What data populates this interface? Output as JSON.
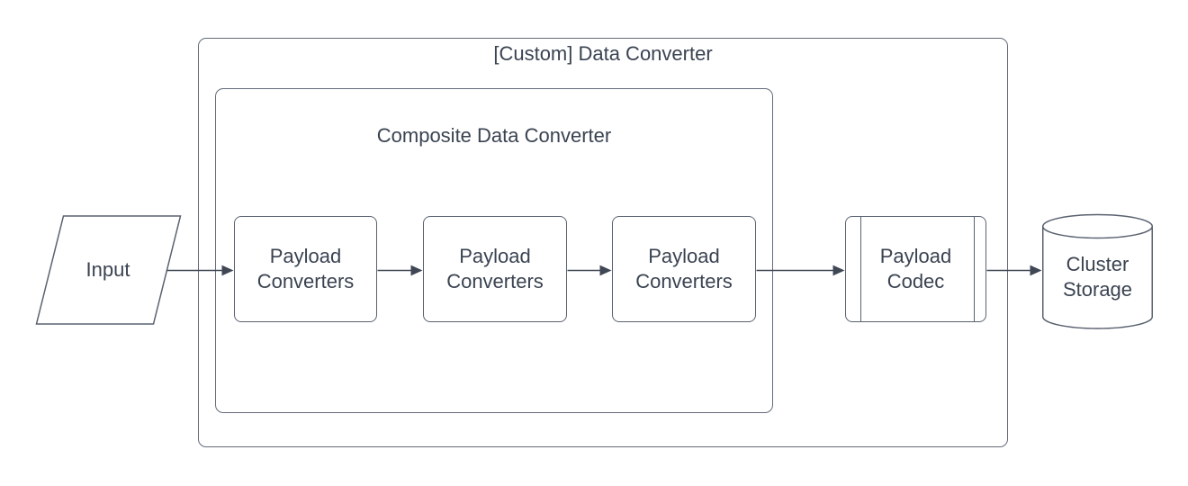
{
  "diagram": {
    "outer_group_label": "[Custom] Data Converter",
    "inner_group_label": "Composite Data Converter",
    "input_label": "Input",
    "converter_labels": [
      "Payload Converters",
      "Payload Converters",
      "Payload Converters"
    ],
    "codec_label": "Payload Codec",
    "storage_label": "Cluster Storage"
  },
  "shapes": {
    "input": "parallelogram",
    "converters": "rounded-rectangle",
    "codec": "predefined-process",
    "storage": "cylinder"
  },
  "colors": {
    "background": "#ffffff",
    "text": "#3a4351",
    "shape_stroke": "#5a6270",
    "container_stroke": "#646c79",
    "arrow": "#3f4754"
  }
}
